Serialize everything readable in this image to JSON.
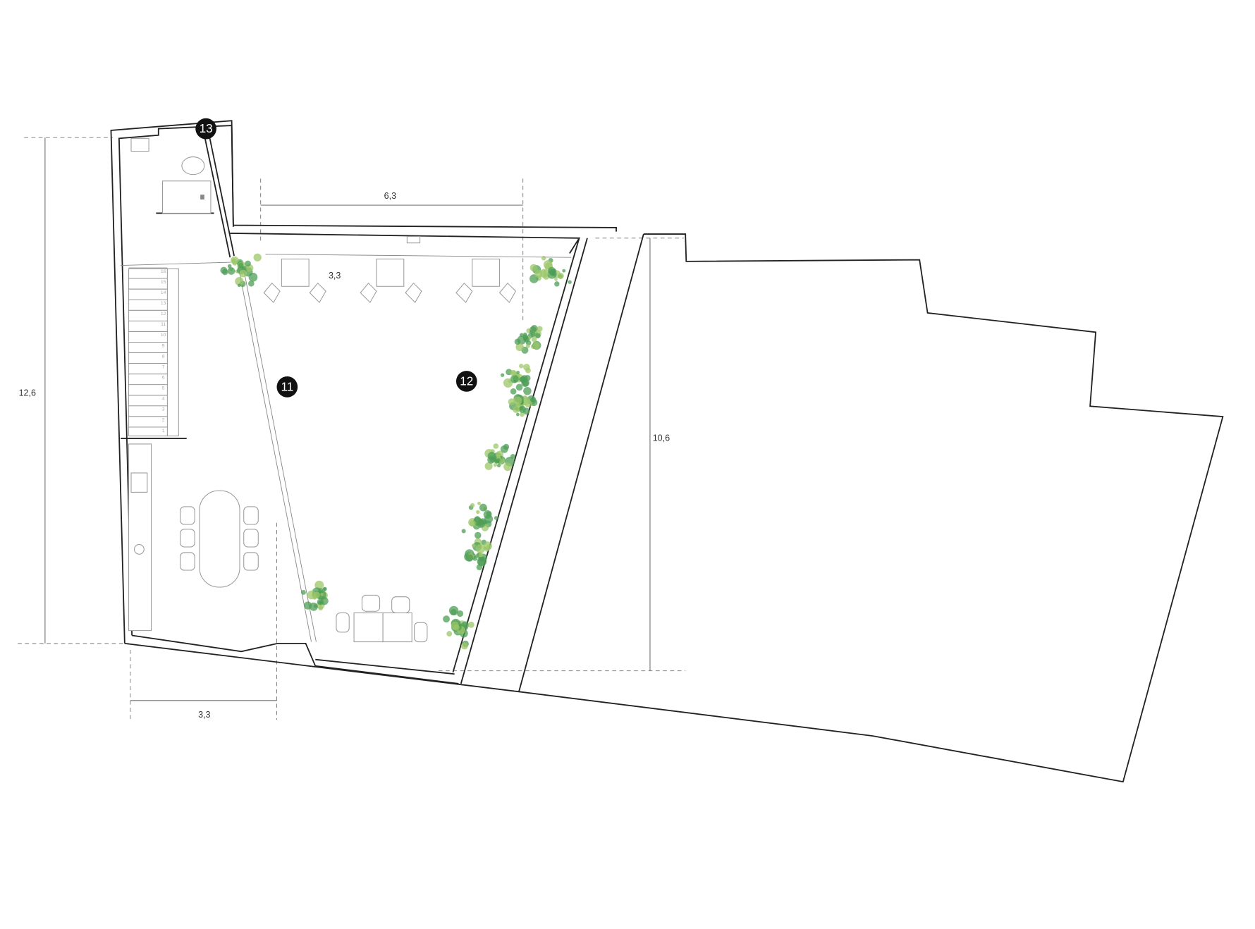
{
  "plan": {
    "dimensions": {
      "total_depth": "12,6",
      "courtyard_width": "6,3",
      "pergola_depth": "3,3",
      "neighbor_depth": "10,6",
      "house_width": "3,3"
    },
    "room_tags": [
      "11",
      "12",
      "13"
    ],
    "stair_steps": [
      "1",
      "2",
      "3",
      "4",
      "5",
      "6",
      "7",
      "8",
      "9",
      "10",
      "11",
      "12",
      "13",
      "14",
      "15",
      "16"
    ],
    "colors": {
      "tag": "#111111",
      "plant_dark": "#4e9e55",
      "plant_light": "#9cc76a",
      "wall": "#222222"
    }
  }
}
